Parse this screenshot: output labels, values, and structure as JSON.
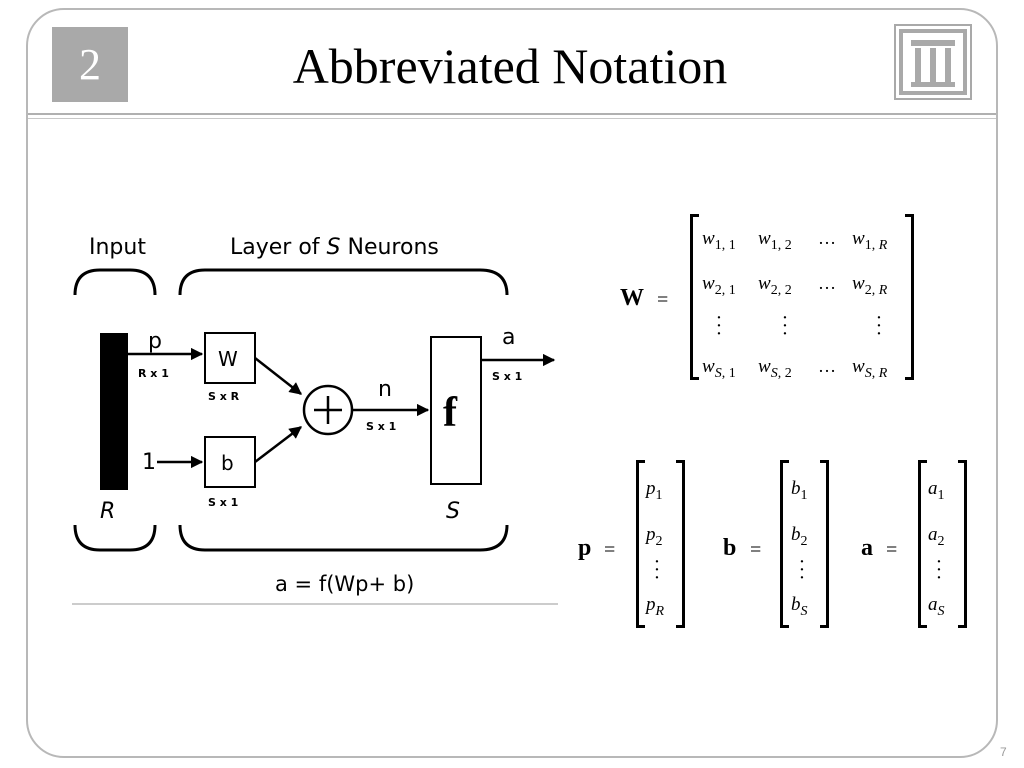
{
  "slide": {
    "number": "2",
    "title": "Abbreviated Notation",
    "page_number": "7"
  },
  "diagram": {
    "input_label": "Input",
    "layer_label_prefix": "Layer of ",
    "layer_label_var": "S",
    "layer_label_suffix": " Neurons",
    "p_label": "p",
    "p_dim": "R x 1",
    "w_label": "W",
    "w_dim": "S x R",
    "b_label": "b",
    "b_dim": "S x 1",
    "one_label": "1",
    "n_label": "n",
    "n_dim": "S x 1",
    "f_label": "f",
    "a_label": "a",
    "a_dim": "S x 1",
    "r_label": "R",
    "s_label": "S",
    "equation": "a = f(Wp+ b)"
  },
  "matrices": {
    "W": {
      "name": "W",
      "eq": "=",
      "rows": [
        [
          {
            "base": "w",
            "sub": "1, 1"
          },
          {
            "base": "w",
            "sub": "1, 2"
          },
          {
            "base": "…",
            "sub": ""
          },
          {
            "base": "w",
            "sub": "1, R"
          }
        ],
        [
          {
            "base": "w",
            "sub": "2, 1"
          },
          {
            "base": "w",
            "sub": "2, 2"
          },
          {
            "base": "…",
            "sub": ""
          },
          {
            "base": "w",
            "sub": "2, R"
          }
        ],
        [
          {
            "base": "w",
            "sub": "S, 1"
          },
          {
            "base": "w",
            "sub": "S, 2"
          },
          {
            "base": "…",
            "sub": ""
          },
          {
            "base": "w",
            "sub": "S, R"
          }
        ]
      ]
    },
    "p": {
      "name": "p",
      "eq": "=",
      "entries": [
        {
          "base": "p",
          "sub": "1"
        },
        {
          "base": "p",
          "sub": "2"
        },
        {
          "base": "p",
          "sub": "R"
        }
      ]
    },
    "b": {
      "name": "b",
      "eq": "=",
      "entries": [
        {
          "base": "b",
          "sub": "1"
        },
        {
          "base": "b",
          "sub": "2"
        },
        {
          "base": "b",
          "sub": "S"
        }
      ]
    },
    "a": {
      "name": "a",
      "eq": "=",
      "entries": [
        {
          "base": "a",
          "sub": "1"
        },
        {
          "base": "a",
          "sub": "2"
        },
        {
          "base": "a",
          "sub": "S"
        }
      ]
    }
  }
}
